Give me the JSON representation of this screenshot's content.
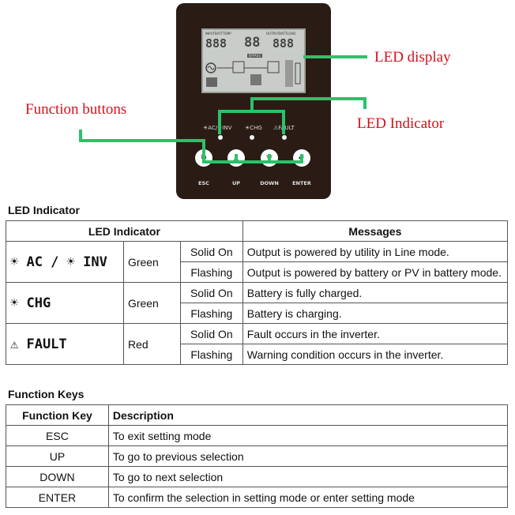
{
  "diagram": {
    "callouts": {
      "led_display": "LED display",
      "function_buttons": "Function buttons",
      "led_indicator": "LED Indicator"
    },
    "lcd": {
      "input_label": "INPUTBATTTEMP",
      "output_label": "OUTPUTBATTLOAD",
      "digits_left": "888",
      "digits_mid": "88",
      "digits_right": "888",
      "bypass": "BYPASS"
    },
    "led_labels": {
      "ac_inv": "☀AC/☀INV",
      "chg": "☀CHG",
      "fault": "⚠FAULT"
    },
    "buttons": [
      {
        "symbol": "↻",
        "label": "ESC"
      },
      {
        "symbol": "▲",
        "label": "UP"
      },
      {
        "symbol": "▽",
        "label": "DOWN"
      },
      {
        "symbol": "↵",
        "label": "ENTER"
      }
    ],
    "colors": {
      "device": "#2a1c14",
      "callout_line": "#2bc26a",
      "callout_text": "#d4121c"
    }
  },
  "led_section": {
    "title": "LED Indicator",
    "header_indicator": "LED Indicator",
    "header_messages": "Messages",
    "rows": [
      {
        "indicator": "☀ AC / ☀ INV",
        "color": "Green",
        "states": [
          {
            "state": "Solid On",
            "message": "Output is powered by utility in Line mode."
          },
          {
            "state": "Flashing",
            "message": "Output is powered by battery or PV in battery mode."
          }
        ]
      },
      {
        "indicator": "☀ CHG",
        "color": "Green",
        "states": [
          {
            "state": "Solid On",
            "message": "Battery is fully charged."
          },
          {
            "state": "Flashing",
            "message": "Battery is charging."
          }
        ]
      },
      {
        "indicator": "⚠ FAULT",
        "color": "Red",
        "states": [
          {
            "state": "Solid On",
            "message": "Fault occurs in the inverter."
          },
          {
            "state": "Flashing",
            "message": "Warning condition occurs in the inverter."
          }
        ]
      }
    ]
  },
  "keys_section": {
    "title": "Function Keys",
    "header_key": "Function Key",
    "header_desc": "Description",
    "rows": [
      {
        "key": "ESC",
        "desc": "To exit setting mode"
      },
      {
        "key": "UP",
        "desc": "To go to previous selection"
      },
      {
        "key": "DOWN",
        "desc": "To go to next selection"
      },
      {
        "key": "ENTER",
        "desc": "To confirm the selection in setting mode or enter setting mode"
      }
    ]
  }
}
